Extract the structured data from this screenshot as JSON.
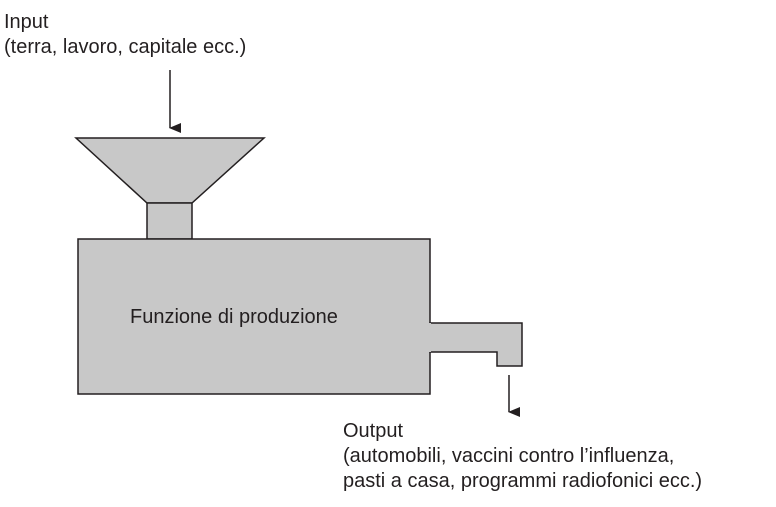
{
  "input": {
    "title": "Input",
    "detail": "(terra, lavoro, capitale ecc.)"
  },
  "process": {
    "label": "Funzione di produzione"
  },
  "output": {
    "title": "Output",
    "detail_line1": "(automobili, vaccini contro l’influenza,",
    "detail_line2": "pasti a casa, programmi radiofonici ecc.)"
  },
  "colors": {
    "machine_fill": "#c8c8c8",
    "stroke": "#231f20",
    "text": "#231f20"
  }
}
